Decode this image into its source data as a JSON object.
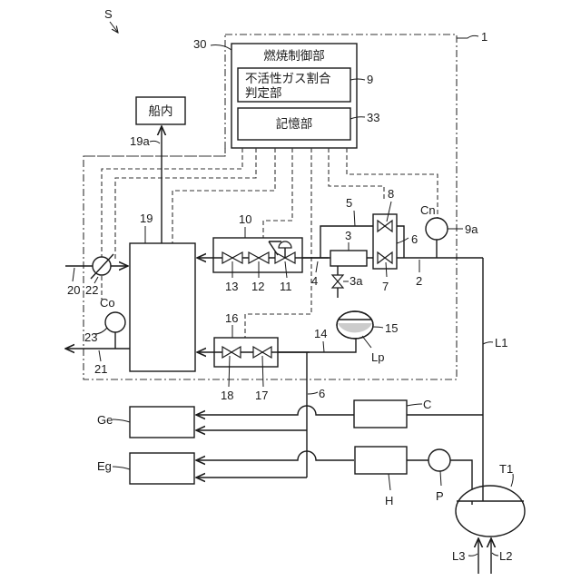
{
  "figure": {
    "system_label": "S",
    "system_ref": "1",
    "controller": {
      "ref": "30",
      "title": "燃焼制御部",
      "inert_gas_unit": {
        "ref": "9",
        "line1": "不活性ガス割合",
        "line2": "判定部"
      },
      "storage_unit": {
        "ref": "33",
        "label": "記憶部"
      }
    },
    "ship_interior": {
      "label": "船内",
      "ref": "19a"
    },
    "labels": {
      "burner": "19",
      "valve_unit_main": "10",
      "valve_11": "11",
      "valve_12": "12",
      "valve_13": "13",
      "valve_unit_pilot": "16",
      "valve_17": "17",
      "valve_18": "18",
      "pilot_tank": "15",
      "pilot_liquid": "Lp",
      "pilot_line": "14",
      "branch_line_6a": "6",
      "branch_line_6b": "6",
      "separator": "3",
      "drain_valve": "3a",
      "bypass_line": "5",
      "valve_7": "7",
      "valve_8": "8",
      "line_4": "4",
      "line_2": "2",
      "sensor_cn": "Cn",
      "sensor_9a": "9a",
      "sensor_co": "Co",
      "sensor_23": "23",
      "air_line": "20",
      "damper": "22",
      "exhaust_line": "21",
      "line_l1": "L1",
      "compressor": "C",
      "heater": "H",
      "pump": "P",
      "tank": "T1",
      "line_l2": "L2",
      "line_l3": "L3",
      "gen_engine": "Ge",
      "main_engine": "Eg"
    }
  }
}
